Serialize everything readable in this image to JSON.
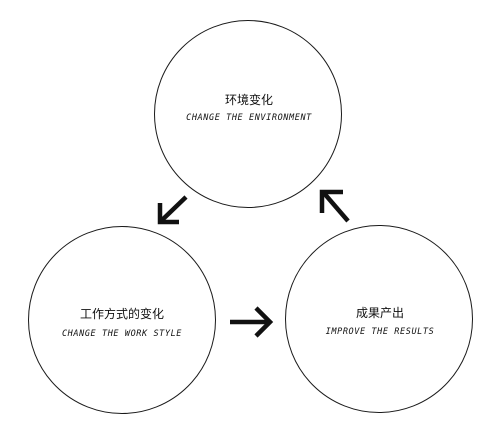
{
  "nodes": [
    {
      "id": "environment",
      "title_zh": "环境变化",
      "title_en": "CHANGE THE ENVIRONMENT"
    },
    {
      "id": "work-style",
      "title_zh": "工作方式的变化",
      "title_en": "CHANGE THE WORK STYLE"
    },
    {
      "id": "results",
      "title_zh": "成果产出",
      "title_en": "IMPROVE THE RESULTS"
    }
  ],
  "arrows": [
    {
      "from": "environment",
      "to": "work-style",
      "icon": "arrow-down-left-icon"
    },
    {
      "from": "work-style",
      "to": "results",
      "icon": "arrow-right-icon"
    },
    {
      "from": "results",
      "to": "environment",
      "icon": "arrow-up-left-icon"
    }
  ],
  "colors": {
    "stroke": "#1a1a1a",
    "text": "#111111",
    "background": "#ffffff"
  }
}
